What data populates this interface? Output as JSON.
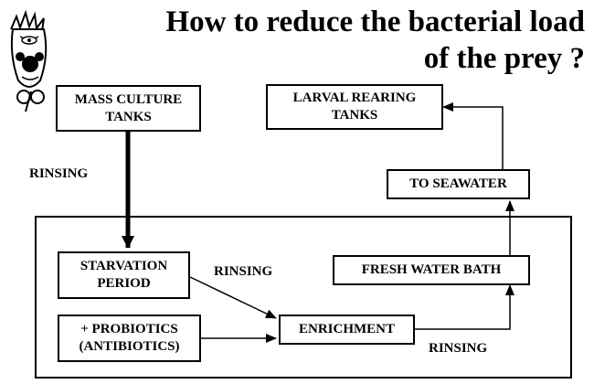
{
  "title": {
    "line1": "How to reduce the bacterial load",
    "line2": "of the prey ?"
  },
  "nodes": {
    "mass_culture": {
      "line1": "MASS  CULTURE",
      "line2": "TANKS"
    },
    "larval_rearing": {
      "line1": "LARVAL REARING",
      "line2": "TANKS"
    },
    "to_seawater": {
      "line1": "TO SEAWATER"
    },
    "starvation": {
      "line1": "STARVATION",
      "line2": "PERIOD"
    },
    "fresh_water_bath": {
      "line1": "FRESH WATER BATH"
    },
    "probiotics": {
      "line1": "+ PROBIOTICS",
      "line2": "(ANTIBIOTICS)"
    },
    "enrichment": {
      "line1": "ENRICHMENT"
    }
  },
  "labels": {
    "rinsing_left": "RINSING",
    "rinsing_middle": "RINSING",
    "rinsing_bottom": "RINSING"
  },
  "icons": {
    "mascot": "cartoon-mascot-icon"
  },
  "colors": {
    "ink": "#000000",
    "background": "#ffffff"
  }
}
